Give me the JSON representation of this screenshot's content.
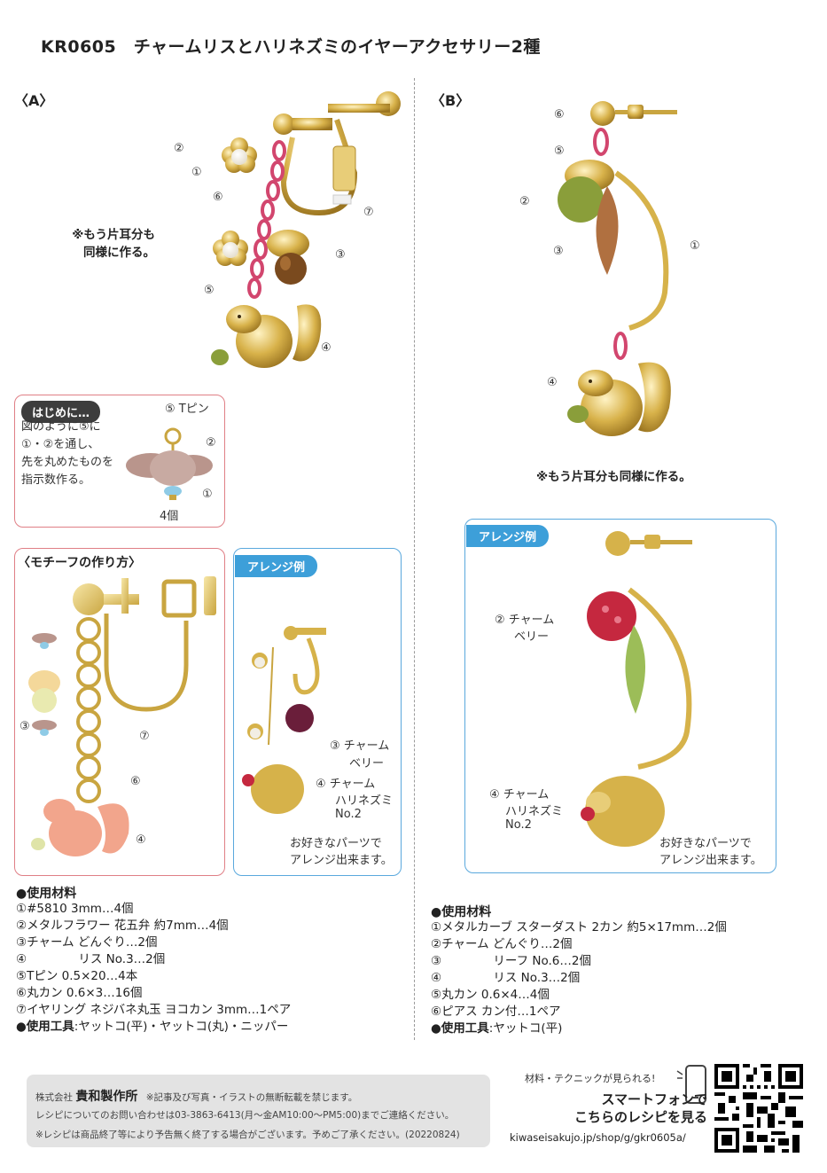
{
  "title": "KR0605　チャームリスとハリネズミのイヤーアクセサリー2種",
  "section_a": {
    "label": "〈A〉",
    "callouts": {
      "c2": "②",
      "c1": "①",
      "c6": "⑥",
      "c7": "⑦",
      "c3": "③",
      "c5": "⑤",
      "c4": "④"
    },
    "note_line1": "※もう片耳分も",
    "note_line2": "同様に作る。"
  },
  "intro": {
    "badge": "はじめに…",
    "line1": "図のように⑤に",
    "line2": "①・②を通し、",
    "line3": "先を丸めたものを",
    "line4": "指示数作る。",
    "pin_label": "⑤ Tピン",
    "c2": "②",
    "c1": "①",
    "qty": "4個"
  },
  "motif": {
    "heading": "〈モチーフの作り方〉",
    "c3": "③",
    "c7": "⑦",
    "c6": "⑥",
    "c4": "④"
  },
  "arrange_a": {
    "badge": "アレンジ例",
    "c3_line1": "③ チャーム",
    "c3_line2": "ベリー",
    "c4_line1": "④ チャーム",
    "c4_line2": "ハリネズミ",
    "c4_line3": "No.2",
    "note1": "お好きなパーツで",
    "note2": "アレンジ出来ます。"
  },
  "materials_a": {
    "heading": "●使用材料",
    "items": [
      "①#5810 3mm…4個",
      "②メタルフラワー 花五弁 約7mm…4個",
      "③チャーム どんぐり…2個",
      "④　　　　 リス No.3…2個",
      "⑤Tピン 0.5×20…4本",
      "⑥丸カン 0.6×3…16個",
      "⑦イヤリング ネジバネ丸玉 ヨコカン 3mm…1ペア"
    ],
    "tools_label": "●使用工具",
    "tools": ":ヤットコ(平)・ヤットコ(丸)・ニッパー"
  },
  "section_b": {
    "label": "〈B〉",
    "callouts": {
      "c6": "⑥",
      "c5": "⑤",
      "c2": "②",
      "c1": "①",
      "c3": "③",
      "c4": "④"
    },
    "note": "※もう片耳分も同様に作る。"
  },
  "arrange_b": {
    "badge": "アレンジ例",
    "c2_line1": "② チャーム",
    "c2_line2": "ベリー",
    "c4_line1": "④ チャーム",
    "c4_line2": "ハリネズミ",
    "c4_line3": "No.2",
    "note1": "お好きなパーツで",
    "note2": "アレンジ出来ます。"
  },
  "materials_b": {
    "heading": "●使用材料",
    "items": [
      "①メタルカーブ スターダスト 2カン 約5×17mm…2個",
      "②チャーム どんぐり…2個",
      "③　　　　 リーフ No.6…2個",
      "④　　　　 リス No.3…2個",
      "⑤丸カン 0.6×4…4個",
      "⑥ピアス カン付…1ペア"
    ],
    "tools_label": "●使用工具",
    "tools": ":ヤットコ(平)"
  },
  "footer": {
    "company_prefix": "株式会社",
    "company_name": "貴和製作所",
    "copyright": "※記事及び写真・イラストの無断転載を禁じます。",
    "contact": "レシピについてのお問い合わせは03-3863-6413(月〜金AM10:00〜PM5:00)までご連絡ください。",
    "notice": "※レシピは商品終了等により予告無く終了する場合がございます。予めご了承ください。(20220824)"
  },
  "smartphone": {
    "tagline": "材料・テクニックが見られる!",
    "line1": "スマートフォンで",
    "line2": "こちらのレシピを見る",
    "url": "kiwaseisakujo.jp/shop/g/gkr0605a/"
  },
  "colors": {
    "gold": "#d6b24a",
    "chain_pink": "#d2466e",
    "red_border": "#e07f86",
    "blue_border": "#5aa8dd",
    "badge_blue": "#3d9fd9",
    "acorn_green": "#8a9e3a",
    "berry_red": "#c5283f",
    "squirrel_peach": "#f2a58c"
  }
}
